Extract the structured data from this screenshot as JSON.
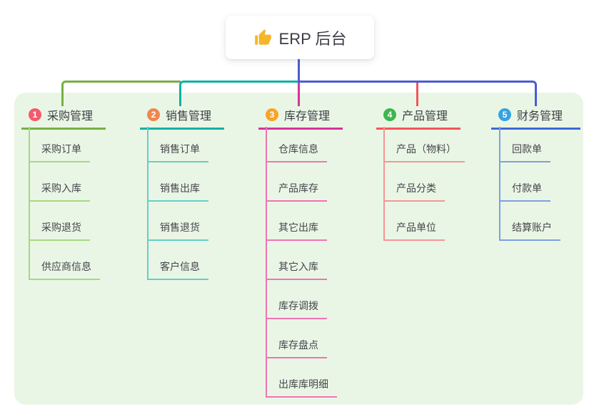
{
  "root": {
    "title": "ERP 后台",
    "icon": "thumbs-up-icon"
  },
  "theme": {
    "panel_bg": "#eaf6e5",
    "root_connector_color": "#4a5cd1",
    "root_text_color": "#3c3c46",
    "node_text_color": "#45454d",
    "icon_color": "#f5b62c"
  },
  "branches": [
    {
      "number": "1",
      "title": "采购管理",
      "badge_color": "#f25a70",
      "line_color": "#76b043",
      "child_line_color": "#a6d883",
      "children": [
        "采购订单",
        "采购入库",
        "采购退货",
        "供应商信息"
      ]
    },
    {
      "number": "2",
      "title": "销售管理",
      "badge_color": "#f0874c",
      "line_color": "#0db1a4",
      "child_line_color": "#63cfc5",
      "children": [
        "销售订单",
        "销售出库",
        "销售退货",
        "客户信息"
      ]
    },
    {
      "number": "3",
      "title": "库存管理",
      "badge_color": "#f7a426",
      "line_color": "#d33597",
      "child_line_color": "#ee74b4",
      "children": [
        "仓库信息",
        "产品库存",
        "其它出库",
        "其它入库",
        "库存调拨",
        "库存盘点",
        "出库库明细"
      ]
    },
    {
      "number": "4",
      "title": "产品管理",
      "badge_color": "#3eb650",
      "line_color": "#f2555a",
      "child_line_color": "#f59597",
      "children": [
        "产品（物料）",
        "产品分类",
        "产品单位"
      ]
    },
    {
      "number": "5",
      "title": "财务管理",
      "badge_color": "#34a3e3",
      "line_color": "#3d68d9",
      "child_line_color": "#7f9ee2",
      "children": [
        "回款单",
        "付款单",
        "结算账户"
      ]
    }
  ]
}
